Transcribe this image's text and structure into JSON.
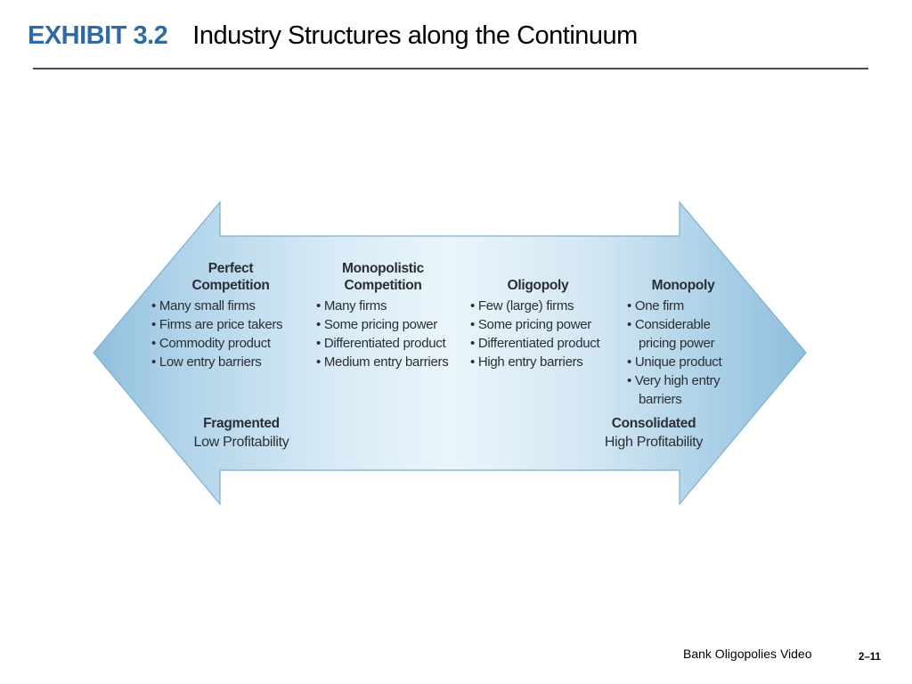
{
  "header": {
    "exhibit_label": "EXHIBIT 3.2",
    "title": "Industry Structures along the Continuum"
  },
  "diagram": {
    "type": "continuum-double-arrow",
    "columns": [
      {
        "title_line1": "Perfect",
        "title_line2": "Competition",
        "bullets": [
          "Many small firms",
          "Firms are price takers",
          "Commodity product",
          "Low entry barriers"
        ]
      },
      {
        "title_line1": "Monopolistic",
        "title_line2": "Competition",
        "bullets": [
          "Many firms",
          "Some pricing power",
          "Differentiated product",
          "Medium entry barriers"
        ]
      },
      {
        "title_line1": "",
        "title_line2": "Oligopoly",
        "bullets": [
          "Few (large) firms",
          "Some pricing power",
          "Differentiated product",
          "High entry barriers"
        ]
      },
      {
        "title_line1": "",
        "title_line2": "Monopoly",
        "bullets": [
          "One firm",
          "Considerable pricing power",
          "Unique product",
          "Very high entry barriers"
        ]
      }
    ],
    "left_label": {
      "title": "Fragmented",
      "subtitle": "Low Profitability"
    },
    "right_label": {
      "title": "Consolidated",
      "subtitle": "High Profitability"
    },
    "colors": {
      "accent_blue": "#2e6ba5",
      "arrow_stroke": "#7cb1d2",
      "gradient": [
        "#8ebedc",
        "#b0d3e9",
        "#d8ebf6",
        "#eaf5fb",
        "#d3e7f3",
        "#a9cfe6",
        "#8ebedc"
      ]
    }
  },
  "footer": {
    "video_link": "Bank Oligopolies Video",
    "page_number": "2–11"
  }
}
